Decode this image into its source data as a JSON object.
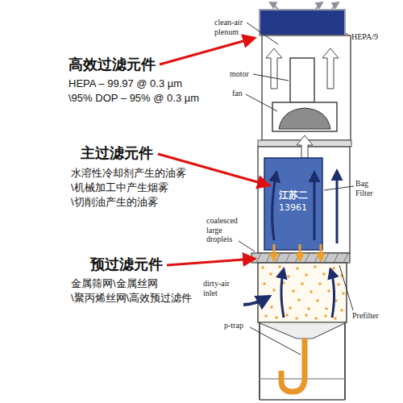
{
  "diagram": {
    "labels": [
      "HEPA/9",
      "clean-air plenum",
      "高效过滤元件",
      "HEPA – 99.97 @ 0.3 µm",
      "\\95% DOP – 95% @ 0.3 µm",
      "motor",
      "fan",
      "主过滤元件",
      "水溶性冷却剂产生的油雾",
      "\\机械加工中产生烟雾",
      "\\切削油产生的油雾",
      "Bag Filter",
      "江苏二",
      "13961",
      "coalesced large dropleis",
      "预过滤元件",
      "金属筛网\\金属丝网",
      "\\聚丙烯丝网\\高效预过滤件",
      "dirty-air inlet",
      "Prefilter",
      "p-trap"
    ]
  }
}
